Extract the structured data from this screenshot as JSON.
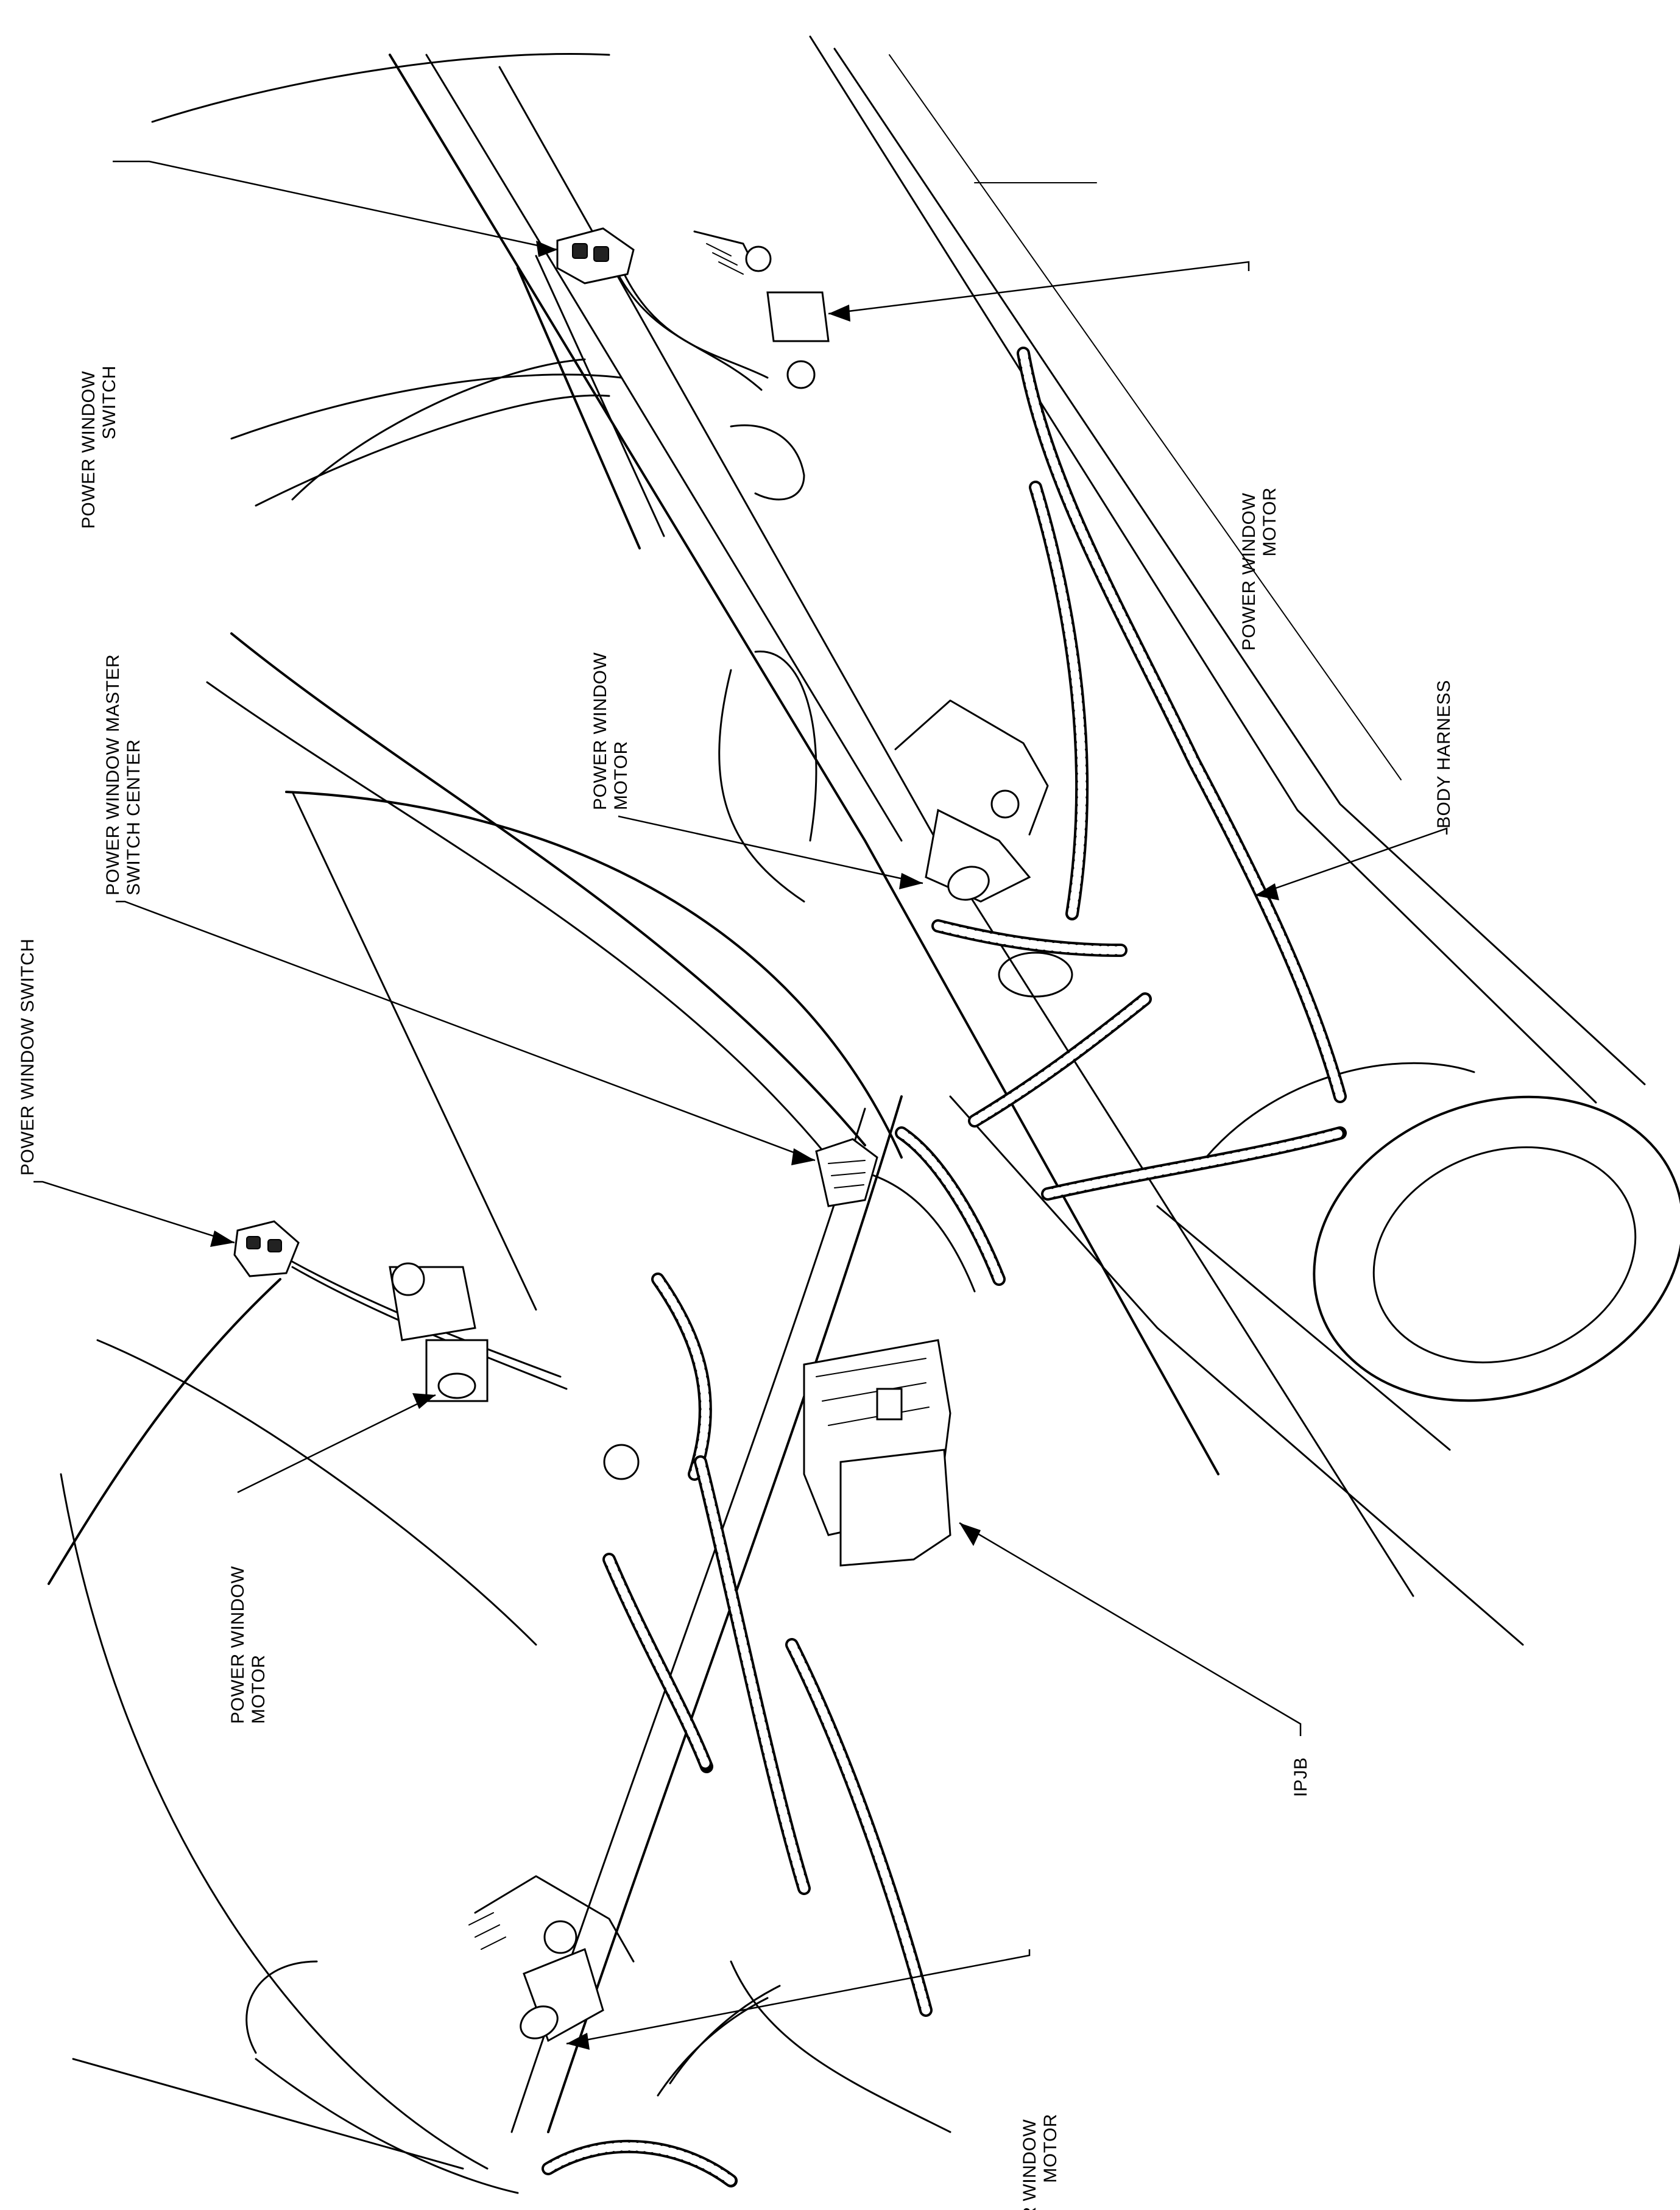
{
  "callouts": {
    "switch_rear_right": [
      "POWER WINDOW",
      "SWITCH"
    ],
    "motor_rear_right": [
      "POWER WINDOW",
      "MOTOR"
    ],
    "master_switch": [
      "POWER WINDOW MASTER",
      "SWITCH CENTER"
    ],
    "motor_front_right": [
      "POWER WINDOW",
      "MOTOR"
    ],
    "body_harness": [
      "BODY HARNESS"
    ],
    "switch_left": [
      "POWER WINDOW SWITCH"
    ],
    "motor_left": [
      "POWER WINDOW",
      "MOTOR"
    ],
    "ipjb": [
      "IPJB"
    ],
    "motor_bottom": [
      "POWER WINDOW",
      "MOTOR"
    ]
  }
}
